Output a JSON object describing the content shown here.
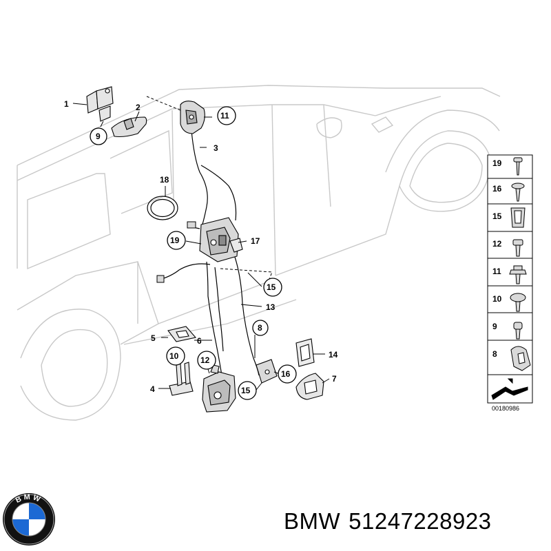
{
  "diagram": {
    "callouts": {
      "c1": "1",
      "c2": "2",
      "c3": "3",
      "c4": "4",
      "c5": "5",
      "c6": "6",
      "c7": "7",
      "c8": "8",
      "c9": "9",
      "c10": "10",
      "c11": "11",
      "c12": "12",
      "c13": "13",
      "c14": "14",
      "c15a": "15",
      "c15b": "15",
      "c16": "16",
      "c17": "17",
      "c18": "18",
      "c19": "19"
    },
    "fastener_legend": [
      "19",
      "16",
      "15",
      "12",
      "11",
      "10",
      "9",
      "8"
    ],
    "figure_number": "00180986"
  },
  "caption": {
    "brand": "BMW",
    "part_number": "51247228923"
  },
  "logo": {
    "text": "BMW",
    "colors": {
      "ring": "#111111",
      "blue": "#1c69d4",
      "white": "#ffffff"
    }
  },
  "colors": {
    "line": "#000000",
    "ghost": "#c8c8c8",
    "part_fill": "#d9d9d9"
  }
}
